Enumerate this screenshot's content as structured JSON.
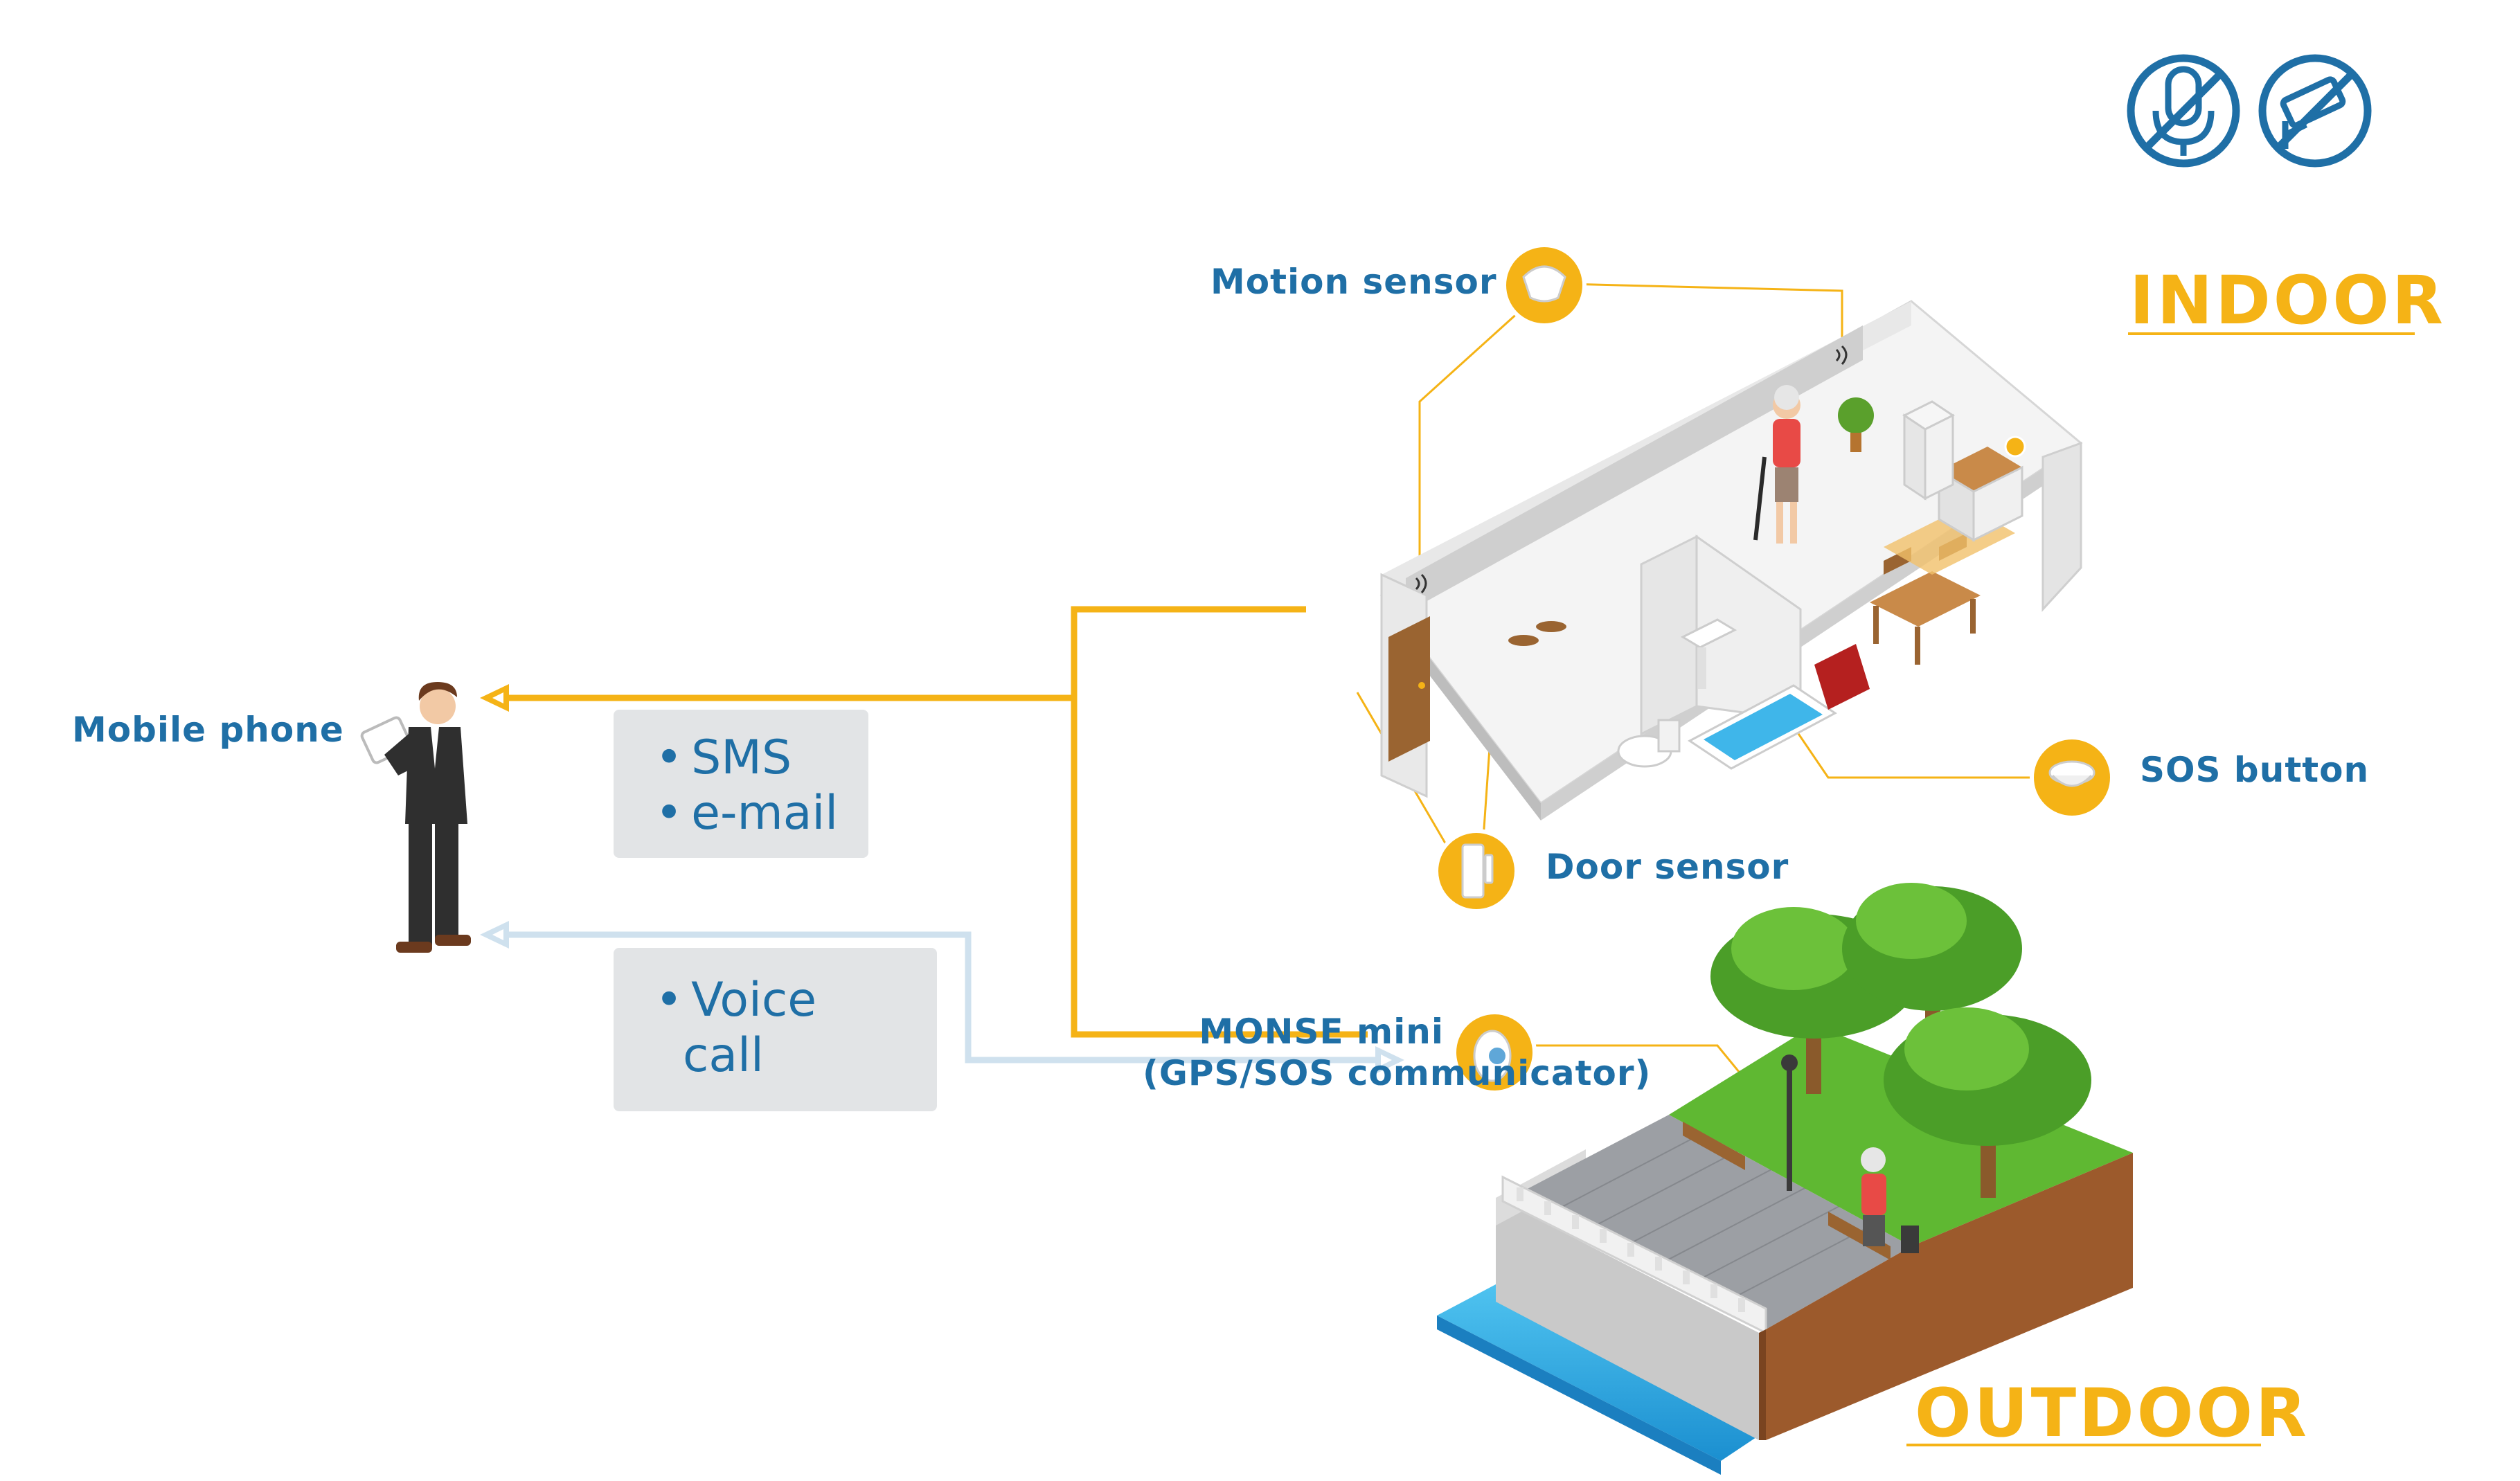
{
  "diagram": {
    "labels": {
      "motion_sensor": "Motion sensor",
      "mobile_phone": "Mobile phone",
      "sos_button": "SOS button",
      "door_sensor": "Door sensor",
      "monse_mini_line1": "MONSE mini",
      "monse_mini_line2": "(GPS/SOS communicator)"
    },
    "zones": {
      "indoor": "INDOOR",
      "outdoor": "OUTDOOR"
    },
    "messages": {
      "sms": "SMS",
      "email": "e-mail",
      "voice_line1": "Voice",
      "voice_line2": "call"
    }
  },
  "colors": {
    "accent": "#f5b316",
    "label_blue": "#1f6fa6",
    "voice_line": "#cfe1ee",
    "box_gray": "#e2e4e6"
  },
  "icons": [
    "no-microphone-icon",
    "no-camera-icon",
    "motion-sensor-icon",
    "door-sensor-icon",
    "sos-button-icon",
    "monse-mini-icon"
  ]
}
